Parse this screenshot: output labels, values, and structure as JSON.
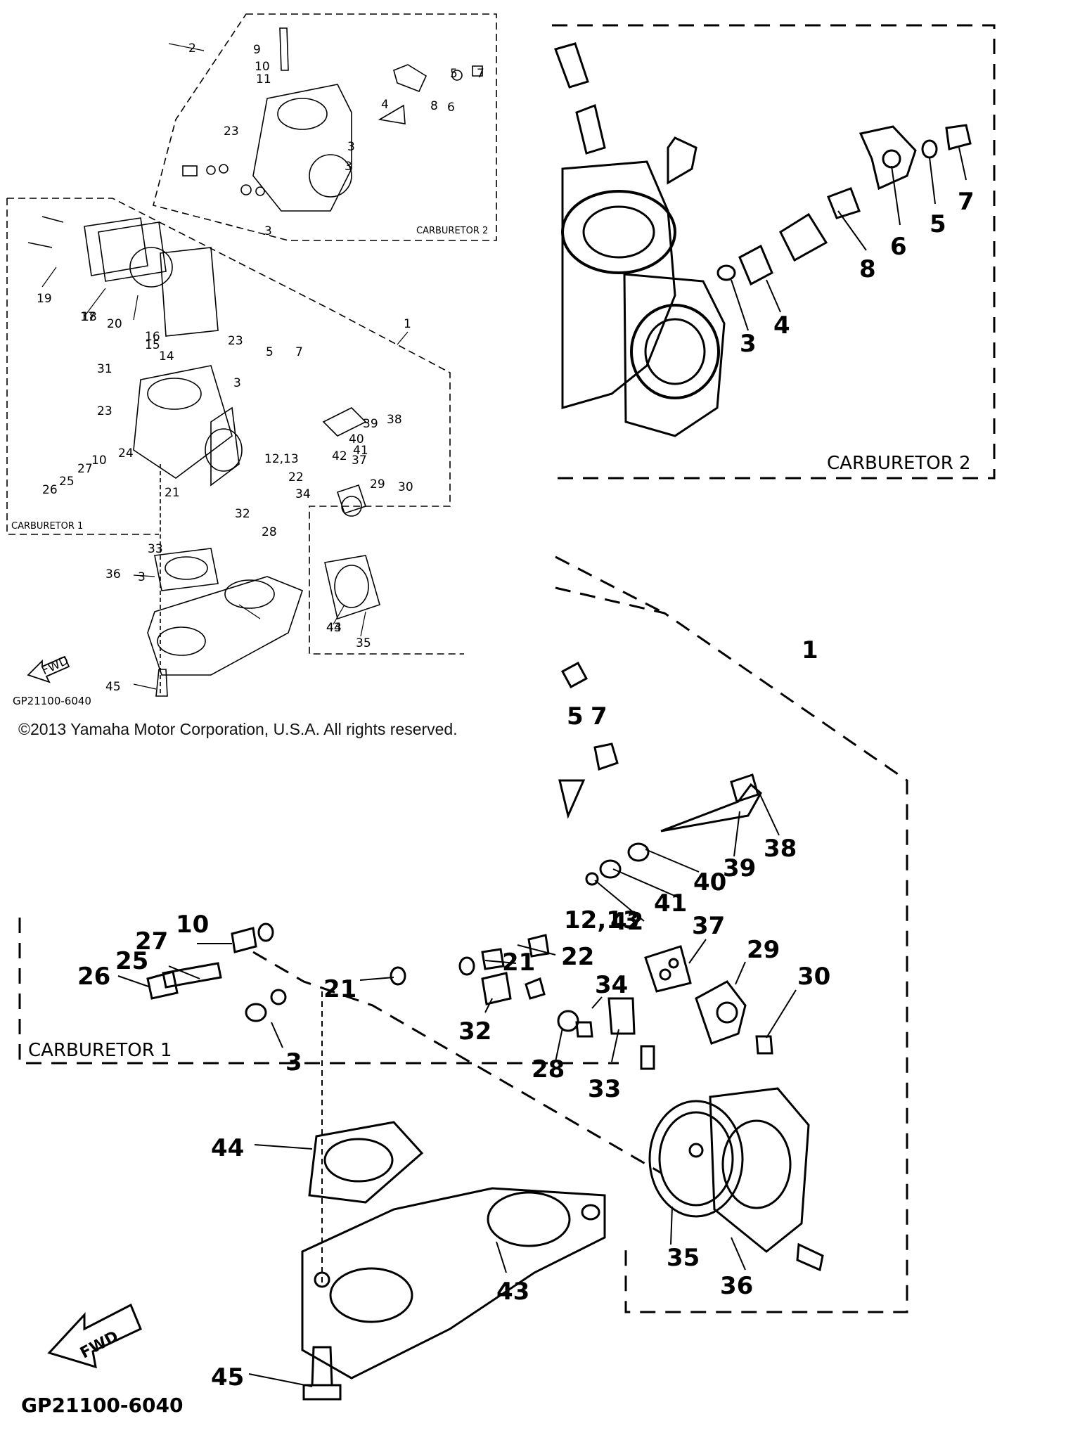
{
  "overview": {
    "box_labels": {
      "carb2": "CARBURETOR 2",
      "carb1": "CARBURETOR 1",
      "assy1": "1",
      "assy2": "2"
    },
    "code": "GP21100-6040",
    "fwd": "FWD",
    "callouts": [
      "9",
      "10",
      "11",
      "5",
      "7",
      "6",
      "8",
      "4",
      "3",
      "23",
      "3",
      "3",
      "19",
      "18",
      "17",
      "20",
      "16",
      "15",
      "14",
      "23",
      "5",
      "7",
      "3",
      "31",
      "23",
      "38",
      "39",
      "40",
      "41",
      "42",
      "12,13",
      "24",
      "10",
      "27",
      "25",
      "26",
      "21",
      "22",
      "34",
      "37",
      "29",
      "30",
      "32",
      "28",
      "33",
      "3",
      "44",
      "35",
      "36",
      "43",
      "45"
    ]
  },
  "copyright": "©2013 Yamaha Motor Corporation, U.S.A. All rights reserved.",
  "zoom_carb2": {
    "box_label": "CARBURETOR 2",
    "callouts": [
      "7",
      "5",
      "6",
      "8",
      "4",
      "3"
    ]
  },
  "zoom_carb1": {
    "assy_label": "1",
    "box_label": "CARBURETOR 1",
    "code": "GP21100-6040",
    "fwd": "FWD",
    "callouts": [
      "5",
      "7",
      "38",
      "39",
      "40",
      "41",
      "42",
      "12,13",
      "10",
      "27",
      "25",
      "26",
      "21",
      "22",
      "21",
      "34",
      "37",
      "29",
      "30",
      "32",
      "28",
      "33",
      "3",
      "44",
      "43",
      "35",
      "36",
      "45"
    ]
  }
}
